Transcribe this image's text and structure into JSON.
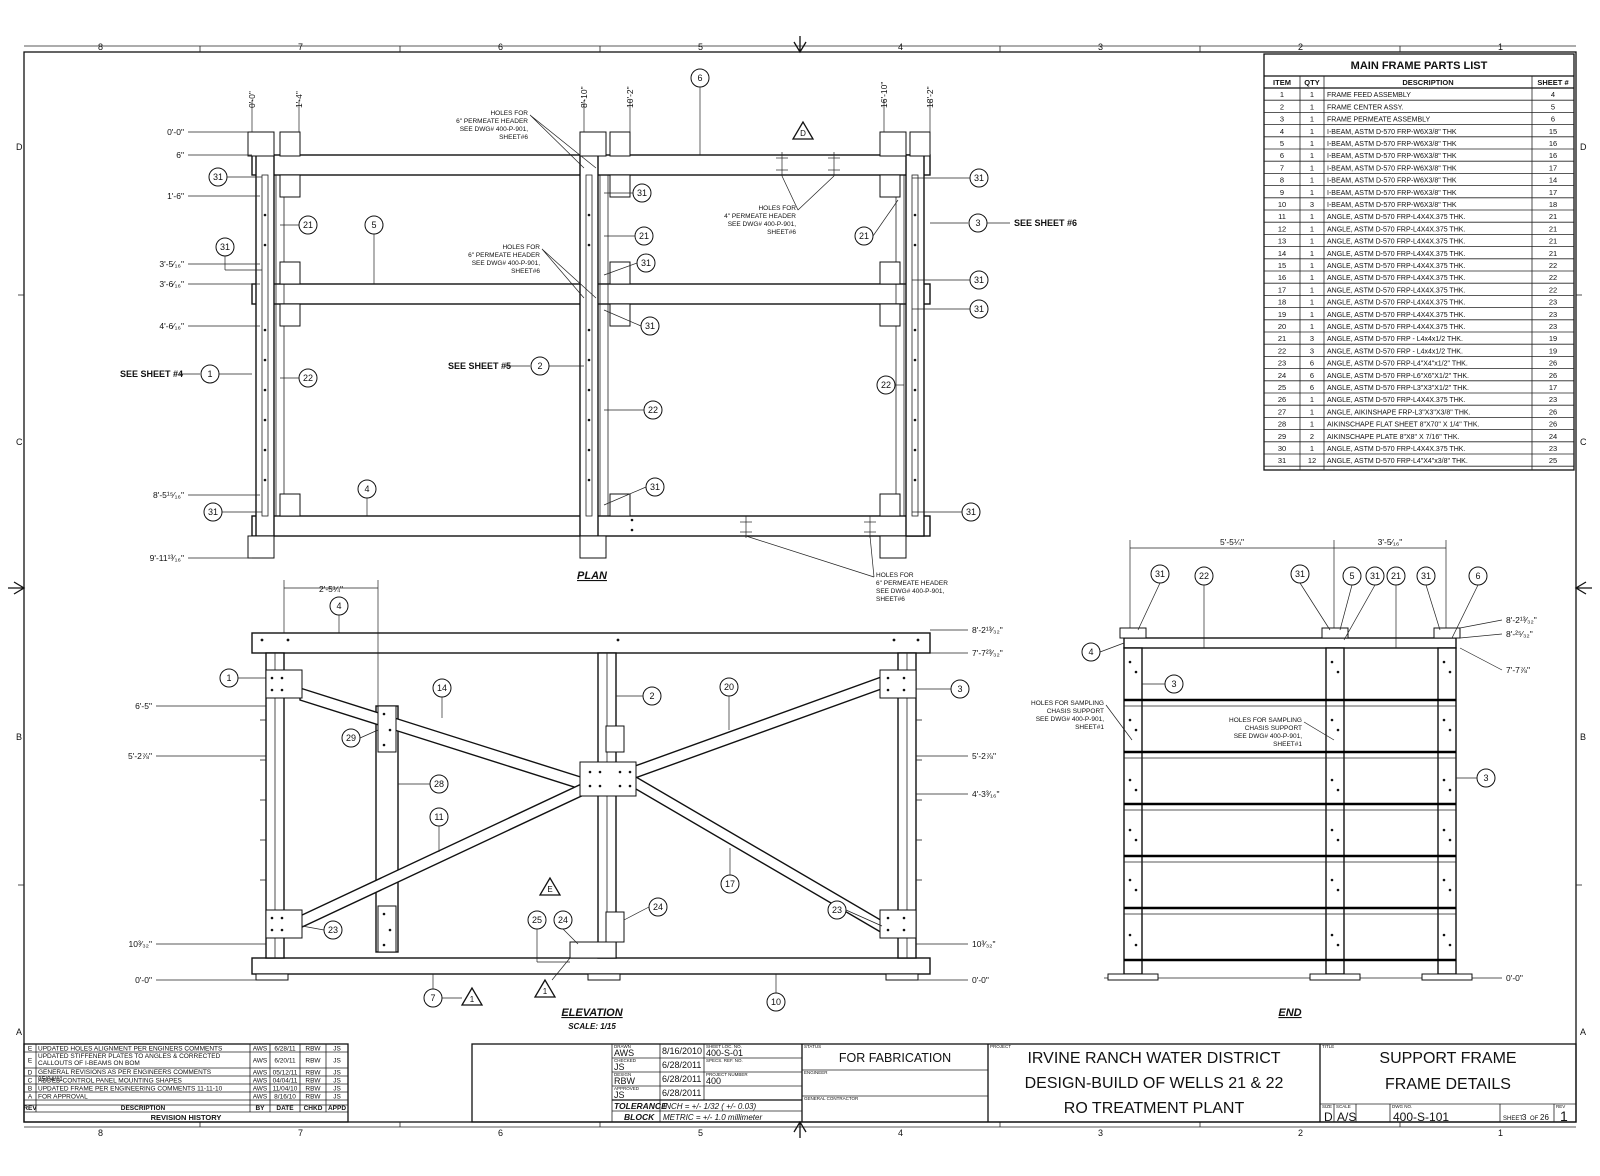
{
  "grid": {
    "columns": [
      "8",
      "7",
      "6",
      "5",
      "4",
      "3",
      "2",
      "1"
    ],
    "rows": [
      "D",
      "C",
      "B",
      "A"
    ]
  },
  "parts_list": {
    "title": "MAIN FRAME PARTS LIST",
    "headers": [
      "ITEM",
      "QTY",
      "DESCRIPTION",
      "SHEET #"
    ],
    "rows": [
      [
        "1",
        "1",
        "FRAME FEED ASSEMBLY",
        "4"
      ],
      [
        "2",
        "1",
        "FRAME CENTER ASSY.",
        "5"
      ],
      [
        "3",
        "1",
        "FRAME PERMEATE ASSEMBLY",
        "6"
      ],
      [
        "4",
        "1",
        "I-BEAM, ASTM D-570 FRP-W6X3/8\" THK",
        "15"
      ],
      [
        "5",
        "1",
        "I-BEAM, ASTM D-570 FRP-W6X3/8\" THK",
        "16"
      ],
      [
        "6",
        "1",
        "I-BEAM, ASTM D-570 FRP-W6X3/8\" THK",
        "16"
      ],
      [
        "7",
        "1",
        "I-BEAM, ASTM D-570 FRP-W6X3/8\" THK",
        "17"
      ],
      [
        "8",
        "1",
        "I-BEAM, ASTM D-570 FRP-W6X3/8\" THK",
        "14"
      ],
      [
        "9",
        "1",
        "I-BEAM, ASTM D-570 FRP-W6X3/8\" THK",
        "17"
      ],
      [
        "10",
        "3",
        "I-BEAM, ASTM D-570 FRP-W6X3/8\" THK",
        "18"
      ],
      [
        "11",
        "1",
        "ANGLE, ASTM D-570 FRP-L4X4X.375 THK.",
        "21"
      ],
      [
        "12",
        "1",
        "ANGLE, ASTM D-570 FRP-L4X4X.375 THK.",
        "21"
      ],
      [
        "13",
        "1",
        "ANGLE, ASTM D-570 FRP-L4X4X.375 THK.",
        "21"
      ],
      [
        "14",
        "1",
        "ANGLE, ASTM D-570 FRP-L4X4X.375 THK.",
        "21"
      ],
      [
        "15",
        "1",
        "ANGLE, ASTM D-570 FRP-L4X4X.375 THK.",
        "22"
      ],
      [
        "16",
        "1",
        "ANGLE, ASTM D-570 FRP-L4X4X.375 THK.",
        "22"
      ],
      [
        "17",
        "1",
        "ANGLE, ASTM D-570 FRP-L4X4X.375 THK.",
        "22"
      ],
      [
        "18",
        "1",
        "ANGLE, ASTM D-570 FRP-L4X4X.375 THK.",
        "23"
      ],
      [
        "19",
        "1",
        "ANGLE, ASTM D-570 FRP-L4X4X.375 THK.",
        "23"
      ],
      [
        "20",
        "1",
        "ANGLE, ASTM D-570 FRP-L4X4X.375 THK.",
        "23"
      ],
      [
        "21",
        "3",
        "ANGLE, ASTM D-570 FRP - L4x4x1/2 THK.",
        "19"
      ],
      [
        "22",
        "3",
        "ANGLE, ASTM D-570 FRP - L4x4x1/2 THK.",
        "19"
      ],
      [
        "23",
        "6",
        "ANGLE, ASTM D-570 FRP-L4\"X4\"x1/2\" THK.",
        "26"
      ],
      [
        "24",
        "6",
        "ANGLE, ASTM D-570 FRP-L6\"X6\"X1/2\" THK.",
        "26"
      ],
      [
        "25",
        "6",
        "ANGLE, ASTM D-570 FRP-L3\"X3\"X1/2\" THK.",
        "17"
      ],
      [
        "26",
        "1",
        "ANGLE, ASTM D-570 FRP-L4X4X.375 THK.",
        "23"
      ],
      [
        "27",
        "1",
        "ANGLE, AIKINSHAPE FRP-L3\"X3\"X3/8\" THK.",
        "26"
      ],
      [
        "28",
        "1",
        "AIKINSCHAPE FLAT SHEET 8\"X70\" X 1/4\" THK.",
        "26"
      ],
      [
        "29",
        "2",
        "AIKINSCHAPE PLATE 8\"X8\" X 7/16\" THK.",
        "24"
      ],
      [
        "30",
        "1",
        "ANGLE, ASTM D-570 FRP-L4X4X.375 THK.",
        "23"
      ],
      [
        "31",
        "12",
        "ANGLE, ASTM D-570 FRP-L4\"X4\"x3/8\" THK.",
        "25"
      ]
    ]
  },
  "plan": {
    "title": "PLAN",
    "top_dims": [
      "0'-0\"",
      "1'-4\"",
      "8'-10\"",
      "10'-2\"",
      "16'-10\"",
      "18'-2\""
    ],
    "left_dims": [
      "0'-0\"",
      "6\"",
      "1'-6\"",
      "3'-5⁄₁₆\"",
      "3'-6⁄₁₆\"",
      "4'-6⁄₁₆\"",
      "8'-5¹⁵⁄₁₆\"",
      "9'-11¹³⁄₁₆\""
    ],
    "see_sheet_4": "SEE SHEET #4",
    "see_sheet_5": "SEE SHEET #5",
    "see_sheet_6": "SEE SHEET #6",
    "note_6in_a": [
      "HOLES FOR",
      "6\" PERMEATE HEADER",
      "SEE DWG# 400-P-901,",
      "SHEET#6"
    ],
    "note_6in_b": [
      "HOLES FOR",
      "6\" PERMEATE HEADER",
      "SEE DWG# 400-P-901,",
      "SHEET#6"
    ],
    "note_4in": [
      "HOLES FOR",
      "4\" PERMEATE HEADER",
      "SEE DWG# 400-P-901,",
      "SHEET#6"
    ],
    "note_6in_c": [
      "HOLES FOR",
      "6\" PERMEATE HEADER",
      "SEE DWG# 400-P-901,",
      "SHEET#6"
    ],
    "rev_tag": "D"
  },
  "elevation": {
    "title": "ELEVATION",
    "scale": "SCALE: 1/15",
    "top_dim": "2'-5¼\"",
    "left_dims": [
      "6'-5\"",
      "5'-2⅞\"",
      "10³⁄₃₂\"",
      "0'-0\""
    ],
    "right_dims": [
      "8'-2¹³⁄₃₂\"",
      "7'-7²³⁄₃₂\"",
      "5'-2⅞\"",
      "4'-3³⁄₁₆\"",
      "10³⁄₃₂\"",
      "0'-0\""
    ],
    "rev_tag_e": "E",
    "rev_tag_1a": "1",
    "rev_tag_1b": "1"
  },
  "end_view": {
    "title": "END",
    "top_dims": [
      "5'-5¼\"",
      "3'-5⁄₁₆\""
    ],
    "right_dims": [
      "8'-2¹³⁄₃₂\"",
      "8'-²⁵⁄₃₂\"",
      "7'-7⅞\"",
      "0'-0\""
    ],
    "note_a": [
      "HOLES FOR SAMPLING",
      "CHASIS SUPPORT",
      "SEE DWG# 400-P-901,",
      "SHEET#1"
    ],
    "note_b": [
      "HOLES FOR SAMPLING",
      "CHASIS SUPPORT",
      "SEE DWG# 400-P-901,",
      "SHEET#1"
    ]
  },
  "revisions": {
    "rows": [
      [
        "E",
        "UPDATED HOLES ALIGNMENT PER ENGINERS COMMENTS",
        "AWS",
        "6/28/11",
        "RBW",
        "JS"
      ],
      [
        "E",
        "UPDATED STIFFENER PLATES TO ANGLES & CORRECTED CALLOUTS OF I-BEAMS ON BOM",
        "AWS",
        "6/20/11",
        "RBW",
        "JS"
      ],
      [
        "D",
        "GENERAL REVISIONS AS PER ENGINEERS COMMENTS 05/04/11",
        "AWS",
        "05/12/11",
        "RBW",
        "JS"
      ],
      [
        "C",
        "ADDED CONTROL PANEL MOUNTING SHAPES",
        "AWS",
        "04/04/11",
        "RBW",
        "JS"
      ],
      [
        "B",
        "UPDATED FRAME PER ENGINEERING COMMENTS 11-11-10",
        "AWS",
        "11/04/10",
        "RBW",
        "JS"
      ],
      [
        "A",
        "FOR APPROVAL",
        "AWS",
        "8/16/10",
        "RBW",
        "JS"
      ]
    ],
    "headers": [
      "REV",
      "DESCRIPTION",
      "BY",
      "DATE",
      "CHKD",
      "APPD"
    ],
    "caption": "REVISION HISTORY"
  },
  "title_block": {
    "drawn_label": "DRAWN",
    "drawn_by": "AWS",
    "drawn_date": "8/16/2010",
    "checked_label": "CHECKED",
    "checked_by": "JS",
    "checked_date": "6/28/2011",
    "design_label": "DESIGN",
    "design_by": "RBW",
    "design_date": "6/28/2011",
    "approved_label": "APPROVED",
    "approved_by": "JS",
    "approved_date": "6/28/2011",
    "sheet_label": "SHEET LOC. NO.",
    "sheet_loc": "400-S-01",
    "spec_label": "SPECS. REF. NO.",
    "spec_ref": "",
    "project_no_label": "PROJECT NUMBER",
    "project_no": "400",
    "tolerance_label_1": "TOLERANCE",
    "tolerance_label_2": "BLOCK",
    "tol_inch": "INCH = +/- 1/32 ( +/- 0.03)",
    "tol_metric": "METRIC = +/- 1.0 millimeter",
    "status_label": "STATUS",
    "status": "FOR FABRICATION",
    "engineer_label": "ENGINEER",
    "contractor_label": "GENERAL CONTRACTOR",
    "project_label": "PROJECT",
    "project_line1": "IRVINE RANCH WATER DISTRICT",
    "project_line2": "DESIGN-BUILD OF WELLS 21 & 22",
    "project_line3": "RO TREATMENT PLANT",
    "title_label": "TITLE",
    "title_line1": "SUPPORT FRAME",
    "title_line2": "FRAME DETAILS",
    "size_label": "SIZE",
    "size": "D",
    "scale_label": "SCALE",
    "scale": "A/S",
    "dwg_label": "DWG NO.",
    "dwg_no": "400-S-101",
    "sheet_text": "SHEET",
    "sheet_no": "3",
    "of_text": "OF",
    "sheet_total": "26",
    "rev_label": "REV",
    "rev": "1"
  }
}
